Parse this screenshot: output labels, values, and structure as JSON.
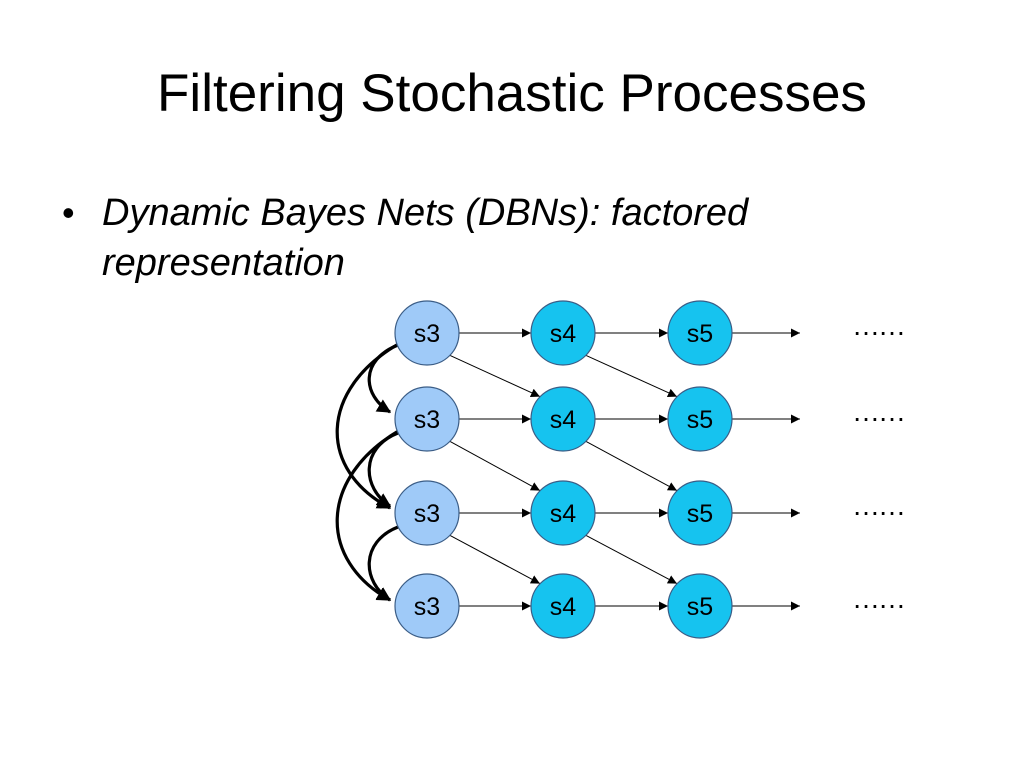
{
  "slide": {
    "title": "Filtering Stochastic Processes",
    "bullet": "Dynamic Bayes Nets (DBNs): factored representation"
  },
  "diagram": {
    "node_rows": [
      [
        "s3",
        "s4",
        "s5"
      ],
      [
        "s3",
        "s4",
        "s5"
      ],
      [
        "s3",
        "s4",
        "s5"
      ],
      [
        "s3",
        "s4",
        "s5"
      ]
    ],
    "continuation": "……",
    "colors": {
      "first_column_fill": "#9fcaf8",
      "other_column_fill": "#16c3ef",
      "node_stroke": "#3b5d86",
      "edge": "#000000"
    }
  }
}
